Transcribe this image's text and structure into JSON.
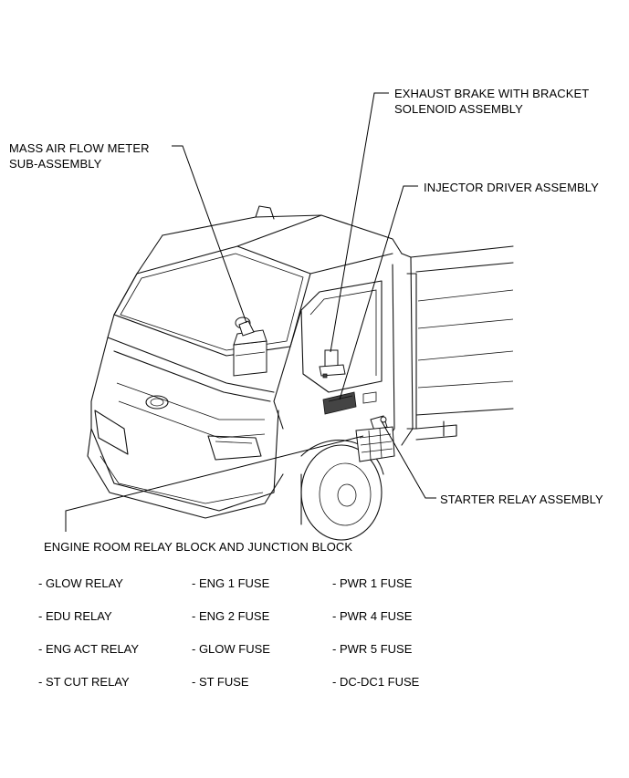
{
  "callouts": {
    "exhaust_brake": [
      "EXHAUST BRAKE WITH BRACKET",
      "SOLENOID ASSEMBLY"
    ],
    "mass_air_flow": [
      "MASS AIR FLOW METER",
      "SUB-ASSEMBLY"
    ],
    "injector_driver": "INJECTOR DRIVER ASSEMBLY",
    "starter_relay": "STARTER RELAY ASSEMBLY",
    "engine_room": "ENGINE ROOM RELAY BLOCK AND JUNCTION BLOCK"
  },
  "components": {
    "col1": [
      "- GLOW RELAY",
      "- EDU RELAY",
      "- ENG ACT RELAY",
      "- ST CUT RELAY"
    ],
    "col2": [
      "- ENG 1 FUSE",
      "- ENG 2 FUSE",
      "- GLOW FUSE",
      "- ST FUSE"
    ],
    "col3": [
      "- PWR 1 FUSE",
      "- PWR 4 FUSE",
      "- PWR 5 FUSE",
      "- DC-DC1 FUSE"
    ]
  }
}
